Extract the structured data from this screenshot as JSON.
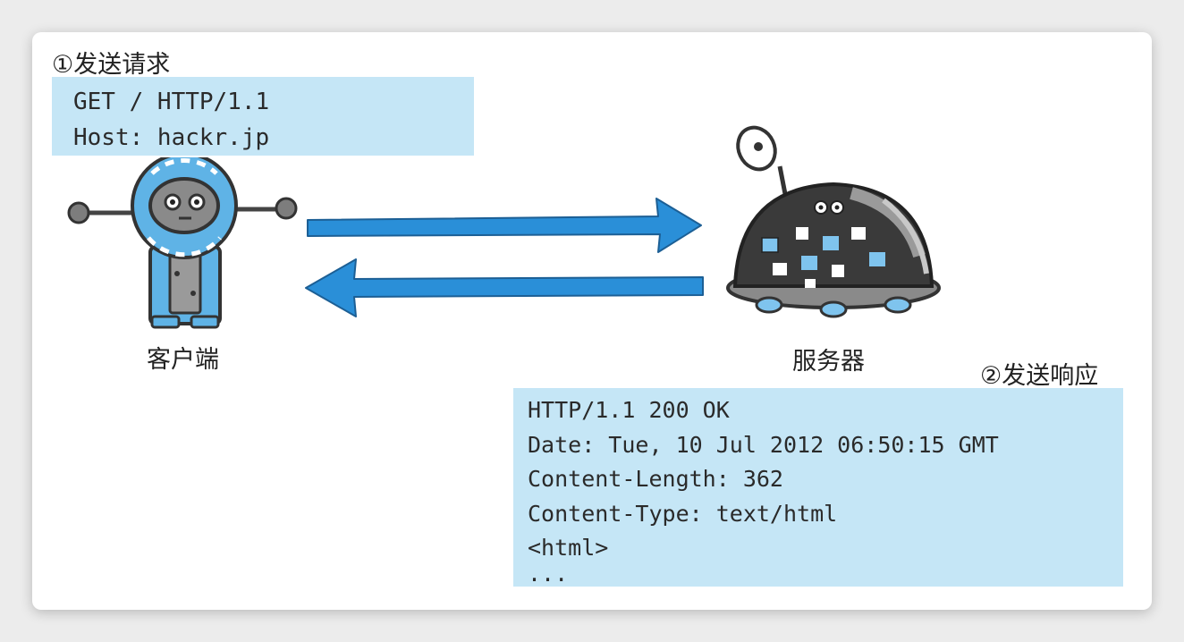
{
  "request": {
    "step_label": "①发送请求",
    "lines": [
      "GET / HTTP/1.1",
      "Host: hackr.jp"
    ]
  },
  "response": {
    "step_label": "②发送响应",
    "lines": [
      "HTTP/1.1 200 OK",
      "Date: Tue, 10 Jul 2012 06:50:15 GMT",
      "Content-Length: 362",
      "Content-Type: text/html",
      "<html>",
      "..."
    ]
  },
  "client": {
    "label": "客户端"
  },
  "server": {
    "label": "服务器"
  },
  "colors": {
    "arrow": "#2a8fd8",
    "box": "#c5e6f6",
    "robot_blue": "#5fb3e6",
    "server_dark": "#3a3a3a"
  }
}
